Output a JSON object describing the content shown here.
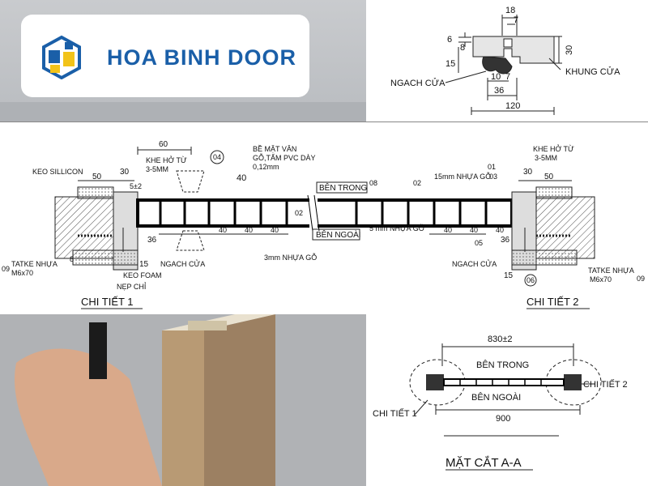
{
  "brand": {
    "name": "HOA BINH DOOR",
    "color": "#1a5fa8",
    "accent": "#f2c319"
  },
  "profile": {
    "dims": {
      "top_18": "18",
      "top_7": "7",
      "left_6": "6",
      "left_8": "8",
      "left_15": "15",
      "right_30": "30",
      "bottom_10": "10",
      "bottom_7": "7",
      "bottom_36": "36",
      "bottom_120": "120"
    },
    "labels": {
      "ngach_cua": "NGACH CỬA",
      "khung_cua": "KHUNG CỬA"
    }
  },
  "section": {
    "labels": {
      "keo_sillicon": "KEO SILLICON",
      "khe_ho_tu_left": "KHE HỞ TỪ",
      "khe_ho_range_left": "3-5MM",
      "be_mat_1": "BỀ MẶT VÂN",
      "be_mat_2": "GỖ,TẤM PVC DÀY",
      "be_mat_3": "0,12mm",
      "ben_trong": "BÊN TRONG",
      "ben_ngoai": "BÊN NGOÀI",
      "nhua_15": "15mm NHỰA GỖ",
      "nhua_5": "5 mm NHỰA GỖ",
      "nhua_3": "3mm NHỰA GỖ",
      "khe_ho_tu_right": "KHE HỞ TỪ",
      "khe_ho_range_right": "3-5MM",
      "tatke_left_1": "TATKE NHỰA",
      "tatke_left_2": "M6x70",
      "tatke_right_1": "TATKE NHỰA",
      "tatke_right_2": "M6x70",
      "keo_foam": "KEO FOAM",
      "nep_chi": "NẸP CHỈ",
      "ngach_cua_left": "NGACH CỬA",
      "ngach_cua_right": "NGACH CỬA",
      "chi_tiet_1": "CHI TIẾT 1",
      "chi_tiet_2": "CHI TIẾT 2"
    },
    "dims": {
      "d60": "60",
      "d50l": "50",
      "d30l": "30",
      "d5x2": "5±2",
      "d40": "40",
      "d36l": "36",
      "d15l": "15",
      "d8": "8",
      "d40a": "40",
      "d40b": "40",
      "d40c": "40",
      "d40d": "40",
      "d40e": "40",
      "d40f": "40",
      "d30r": "30",
      "d50r": "50",
      "d36r": "36",
      "d15r": "15"
    },
    "callouts": {
      "c01": "01",
      "c02a": "02",
      "c02b": "02",
      "c03": "03",
      "c04": "04",
      "c05": "05",
      "c06": "06",
      "c08": "08",
      "c09l": "09",
      "c09r": "09"
    }
  },
  "plan": {
    "width_top": "830±2",
    "width_bottom": "900",
    "ben_trong": "BÊN TRONG",
    "ben_ngoai": "BÊN NGOÀI",
    "chi_tiet_1": "CHI TIẾT 1",
    "chi_tiet_2": "CHI TIẾT 2",
    "title": "MẶT CẮT A-A"
  }
}
